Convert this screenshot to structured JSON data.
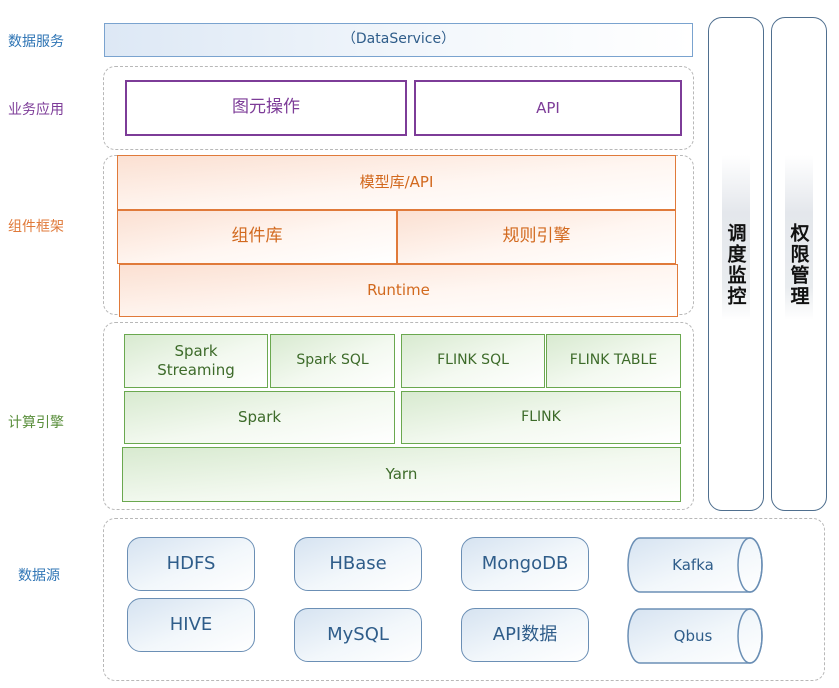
{
  "layers": {
    "data_service": {
      "label": "数据服务",
      "label_color": "#2f75b5",
      "box": "（DataService）"
    },
    "business": {
      "label": "业务应用",
      "label_color": "#7d3c98",
      "boxes": [
        "图元操作",
        "API"
      ]
    },
    "component_framework": {
      "label": "组件框架",
      "label_color": "#e07a3a",
      "model_lib": "模型库/API",
      "component_lib": "组件库",
      "rule_engine": "规则引擎",
      "runtime": "Runtime"
    },
    "compute_engine": {
      "label": "计算引擎",
      "label_color": "#5a8f3c",
      "spark_streaming": "Spark Streaming",
      "spark_sql": "Spark SQL",
      "flink_sql": "FLINK SQL",
      "flink_table": "FLINK TABLE",
      "spark": "Spark",
      "flink": "FLINK",
      "yarn": "Yarn"
    },
    "data_source": {
      "label": "数据源",
      "label_color": "#2f75b5",
      "hdfs": "HDFS",
      "hbase": "HBase",
      "mongodb": "MongoDB",
      "kafka": "Kafka",
      "hive": "HIVE",
      "mysql": "MySQL",
      "api_data": "API数据",
      "qbus": "Qbus"
    }
  },
  "side_panels": {
    "schedule_monitor": "调度监控",
    "permission_manage": "权限管理"
  }
}
